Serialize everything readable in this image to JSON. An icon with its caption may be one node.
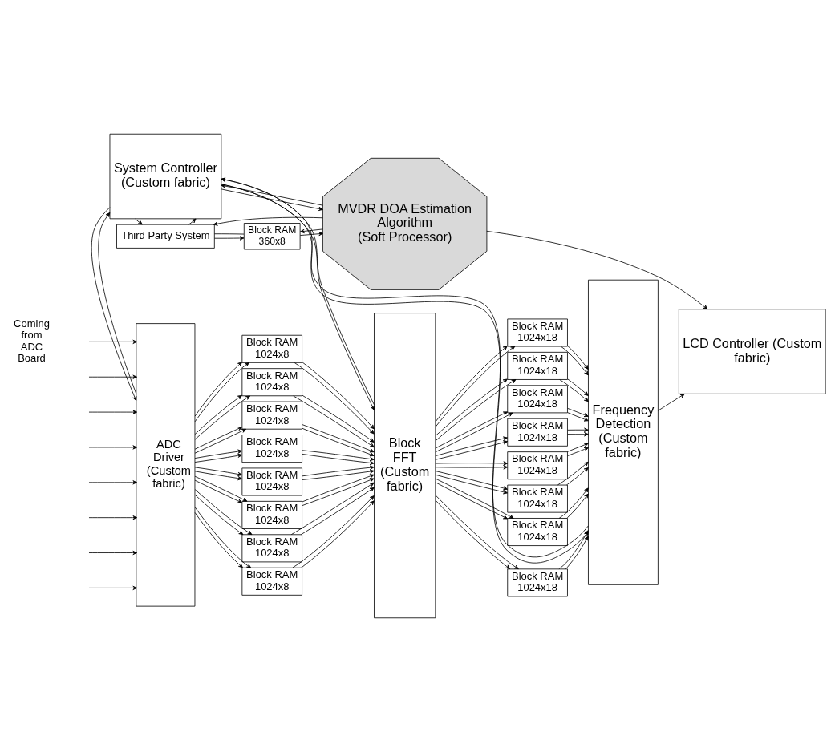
{
  "diagram": {
    "nodes": [
      {
        "text": [
          "ADC Driver (Custom fabric)"
        ]
      },
      {
        "text": [
          "Block RAM 1024x8"
        ]
      },
      {
        "text": [
          "Block RAM 1024x8"
        ]
      },
      {
        "text": [
          "Block RAM 1024x8"
        ]
      },
      {
        "text": [
          "Block RAM 1024x8"
        ]
      },
      {
        "text": [
          "Block RAM 1024x8"
        ]
      },
      {
        "text": [
          "Block RAM 1024x8"
        ]
      },
      {
        "text": [
          "Block RAM 1024x8"
        ]
      },
      {
        "text": [
          "Block RAM 1024x8"
        ]
      },
      {
        "text": [
          "Block FFT (Custom fabric)"
        ]
      },
      {
        "text": [
          "Block RAM 1024x18"
        ]
      },
      {
        "text": [
          "Block RAM 1024x18"
        ]
      },
      {
        "text": [
          "Block RAM 1024x18"
        ]
      },
      {
        "text": [
          "Block RAM 1024x18"
        ]
      },
      {
        "text": [
          "Block RAM 1024x18"
        ]
      },
      {
        "text": [
          "Block RAM 1024x18"
        ]
      },
      {
        "text": [
          "Block RAM 1024x18"
        ]
      },
      {
        "text": [
          "Block RAM 1024x18"
        ]
      },
      {
        "text": [
          "Frequency Detection (Custom fabric)"
        ]
      },
      {
        "text": [
          "LCD Controller (Custom fabric)"
        ]
      },
      {
        "text": [
          "System Controller (Custom fabric)"
        ]
      },
      {
        "text": [
          "MVDR DOA Estimation Algorithm (Soft Processor)"
        ]
      },
      {
        "text": [
          "Third Party System"
        ]
      },
      {
        "text": [
          "Block RAM 360x8"
        ]
      }
    ],
    "edges": [
      {
        "from": null,
        "to": 0,
        "arrow": "to"
      },
      {
        "from": null,
        "to": 0,
        "arrow": "to"
      },
      {
        "from": null,
        "to": 0,
        "arrow": "to"
      },
      {
        "from": null,
        "to": 0,
        "arrow": "to"
      },
      {
        "from": null,
        "to": 0,
        "arrow": "to"
      },
      {
        "from": null,
        "to": 0,
        "arrow": "to"
      },
      {
        "from": null,
        "to": 0,
        "arrow": "to"
      },
      {
        "from": null,
        "to": 0,
        "arrow": "to"
      },
      {
        "from": 0,
        "to": 1,
        "arrow": "to"
      },
      {
        "from": 0,
        "to": 1,
        "arrow": "to"
      },
      {
        "from": 0,
        "to": 2,
        "arrow": "to"
      },
      {
        "from": 0,
        "to": 2,
        "arrow": "to"
      },
      {
        "from": 0,
        "to": 3,
        "arrow": "to"
      },
      {
        "from": 0,
        "to": 3,
        "arrow": "to"
      },
      {
        "from": 0,
        "to": 4,
        "arrow": "to"
      },
      {
        "from": 0,
        "to": 4,
        "arrow": "to"
      },
      {
        "from": 0,
        "to": 5,
        "arrow": "to"
      },
      {
        "from": 0,
        "to": 5,
        "arrow": "to"
      },
      {
        "from": 0,
        "to": 6,
        "arrow": "to"
      },
      {
        "from": 0,
        "to": 6,
        "arrow": "to"
      },
      {
        "from": 0,
        "to": 7,
        "arrow": "to"
      },
      {
        "from": 0,
        "to": 7,
        "arrow": "to"
      },
      {
        "from": 0,
        "to": 8,
        "arrow": "to"
      },
      {
        "from": 0,
        "to": 8,
        "arrow": "to"
      },
      {
        "from": 1,
        "to": 9,
        "arrow": "to"
      },
      {
        "from": 1,
        "to": 9,
        "arrow": "to"
      },
      {
        "from": 2,
        "to": 9,
        "arrow": "to"
      },
      {
        "from": 2,
        "to": 9,
        "arrow": "to"
      },
      {
        "from": 3,
        "to": 9,
        "arrow": "to"
      },
      {
        "from": 3,
        "to": 9,
        "arrow": "to"
      },
      {
        "from": 4,
        "to": 9,
        "arrow": "to"
      },
      {
        "from": 4,
        "to": 9,
        "arrow": "to"
      },
      {
        "from": 5,
        "to": 9,
        "arrow": "to"
      },
      {
        "from": 5,
        "to": 9,
        "arrow": "to"
      },
      {
        "from": 6,
        "to": 9,
        "arrow": "to"
      },
      {
        "from": 6,
        "to": 9,
        "arrow": "to"
      },
      {
        "from": 7,
        "to": 9,
        "arrow": "to"
      },
      {
        "from": 7,
        "to": 9,
        "arrow": "to"
      },
      {
        "from": 8,
        "to": 9,
        "arrow": "to"
      },
      {
        "from": 8,
        "to": 9,
        "arrow": "to"
      },
      {
        "from": 9,
        "to": 10,
        "arrow": "to"
      },
      {
        "from": 9,
        "to": 10,
        "arrow": "to"
      },
      {
        "from": 9,
        "to": 11,
        "arrow": "to"
      },
      {
        "from": 9,
        "to": 11,
        "arrow": "to"
      },
      {
        "from": 9,
        "to": 12,
        "arrow": "to"
      },
      {
        "from": 9,
        "to": 12,
        "arrow": "to"
      },
      {
        "from": 9,
        "to": 13,
        "arrow": "to"
      },
      {
        "from": 9,
        "to": 13,
        "arrow": "to"
      },
      {
        "from": 9,
        "to": 14,
        "arrow": "to"
      },
      {
        "from": 9,
        "to": 14,
        "arrow": "to"
      },
      {
        "from": 9,
        "to": 15,
        "arrow": "to"
      },
      {
        "from": 9,
        "to": 15,
        "arrow": "to"
      },
      {
        "from": 9,
        "to": 16,
        "arrow": "to"
      },
      {
        "from": 9,
        "to": 16,
        "arrow": "to"
      },
      {
        "from": 9,
        "to": 17,
        "arrow": "to"
      },
      {
        "from": 9,
        "to": 17,
        "arrow": "to"
      },
      {
        "from": 10,
        "to": 18,
        "arrow": "to"
      },
      {
        "from": 10,
        "to": 18,
        "arrow": "to"
      },
      {
        "from": 11,
        "to": 18,
        "arrow": "to"
      },
      {
        "from": 11,
        "to": 18,
        "arrow": "to"
      },
      {
        "from": 12,
        "to": 18,
        "arrow": "to"
      },
      {
        "from": 12,
        "to": 18,
        "arrow": "to"
      },
      {
        "from": 13,
        "to": 18,
        "arrow": "to"
      },
      {
        "from": 13,
        "to": 18,
        "arrow": "to"
      },
      {
        "from": 14,
        "to": 18,
        "arrow": "to"
      },
      {
        "from": 14,
        "to": 18,
        "arrow": "to"
      },
      {
        "from": 15,
        "to": 18,
        "arrow": "to"
      },
      {
        "from": 15,
        "to": 18,
        "arrow": "to"
      },
      {
        "from": 16,
        "to": 18,
        "arrow": "to"
      },
      {
        "from": 16,
        "to": 18,
        "arrow": "to"
      },
      {
        "from": 17,
        "to": 18,
        "arrow": "to"
      },
      {
        "from": 17,
        "to": 18,
        "arrow": "to"
      },
      {
        "from": 18,
        "to": 19,
        "arrow": "to"
      },
      {
        "from": 0,
        "to": 20,
        "arrow": "to"
      },
      {
        "from": 20,
        "to": 0,
        "arrow": "to"
      },
      {
        "from": 20,
        "to": 9,
        "arrow": "to"
      },
      {
        "from": 9,
        "to": 20,
        "arrow": "to"
      },
      {
        "from": 18,
        "to": 20,
        "arrow": "to"
      },
      {
        "from": 20,
        "to": 18,
        "arrow": "to"
      },
      {
        "from": 20,
        "to": 21,
        "arrow": "to"
      },
      {
        "from": 21,
        "to": 20,
        "arrow": "to"
      },
      {
        "from": 21,
        "to": 19,
        "arrow": "to"
      },
      {
        "from": 22,
        "to": 20,
        "arrow": "to"
      },
      {
        "from": 20,
        "to": 22,
        "arrow": "to"
      },
      {
        "from": 21,
        "to": 22,
        "arrow": "to"
      },
      {
        "from": 22,
        "to": 23,
        "arrow": "to"
      },
      {
        "from": 22,
        "to": 23,
        "arrow": "none"
      },
      {
        "from": 23,
        "to": 21,
        "arrow": "to"
      },
      {
        "from": 21,
        "to": 23,
        "arrow": "to"
      }
    ],
    "labels": [
      "Coming from ADC Board"
    ]
  }
}
